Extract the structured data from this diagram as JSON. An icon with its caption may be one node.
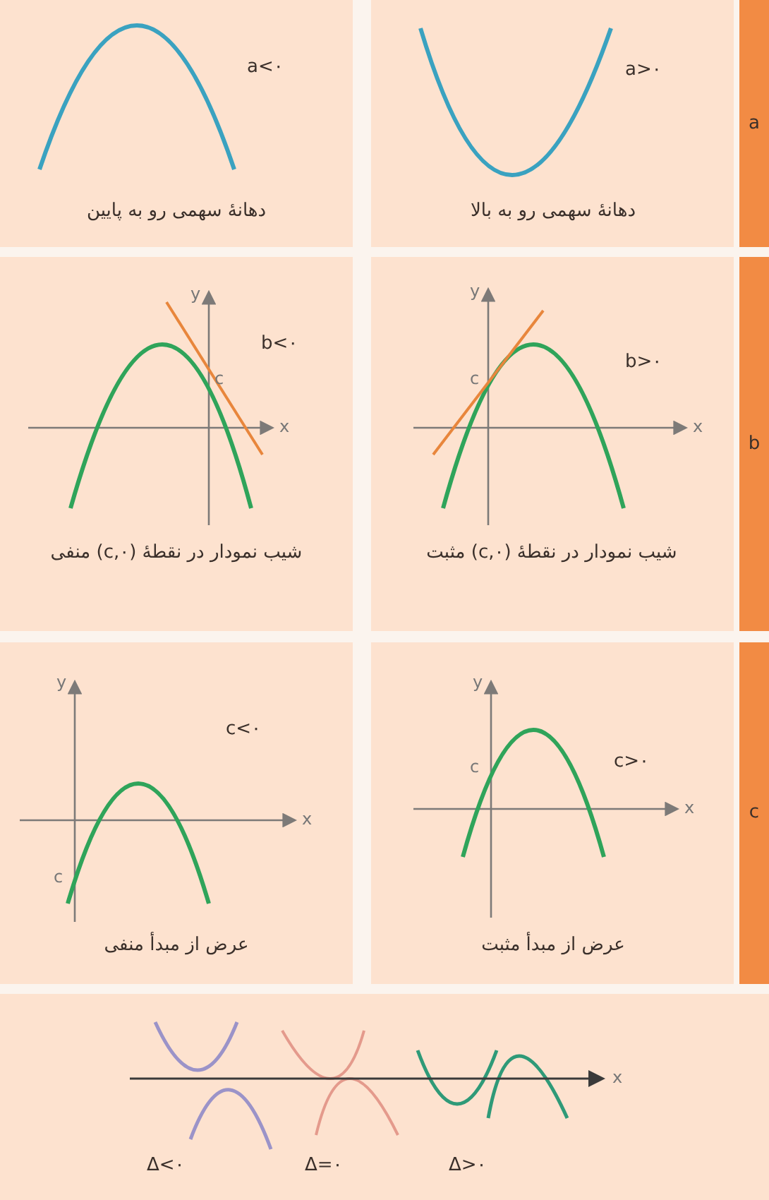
{
  "diagram": {
    "nodes": [
      {
        "text": [
          "a<۰",
          "دهانهٔ سهمی رو به پایین"
        ]
      },
      {
        "text": [
          "a>۰",
          "دهانهٔ سهمی رو به بالا"
        ]
      },
      {
        "text": [
          "a"
        ]
      },
      {
        "text": [
          "b<۰",
          "شیب نمودار در نقطهٔ (۰,c) منفی"
        ]
      },
      {
        "text": [
          "b>۰",
          "شیب نمودار در نقطهٔ (۰,c) مثبت"
        ]
      },
      {
        "text": [
          "b"
        ]
      },
      {
        "text": [
          "c<۰",
          "عرض از مبدأ منفی"
        ]
      },
      {
        "text": [
          "c>۰",
          "عرض از مبدأ مثبت"
        ]
      },
      {
        "text": [
          "c"
        ]
      },
      {
        "text": [
          "Δ>۰",
          "Δ=۰",
          "Δ<۰"
        ]
      }
    ],
    "labels": [
      "y",
      "c",
      "x",
      "y",
      "c",
      "x",
      "y",
      "c",
      "x",
      "y",
      "c",
      "x",
      "x"
    ]
  }
}
